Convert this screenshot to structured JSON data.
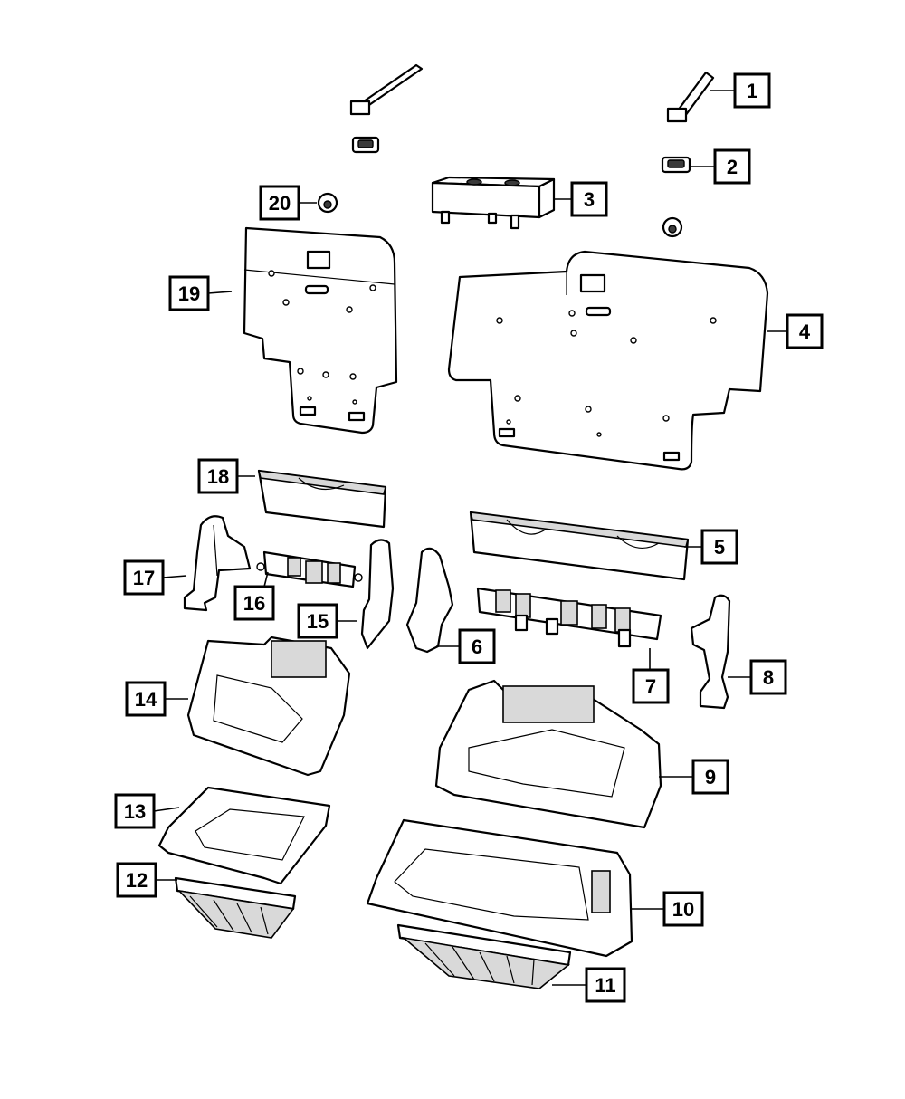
{
  "callouts": [
    "1",
    "2",
    "3",
    "4",
    "5",
    "6",
    "7",
    "8",
    "9",
    "10",
    "11",
    "12",
    "13",
    "14",
    "15",
    "16",
    "17",
    "18",
    "19",
    "20"
  ],
  "colors": {
    "line": "#000000",
    "background": "#ffffff",
    "fill_dark": "#3a3a3a",
    "fill_grey": "#d9d9d9"
  }
}
